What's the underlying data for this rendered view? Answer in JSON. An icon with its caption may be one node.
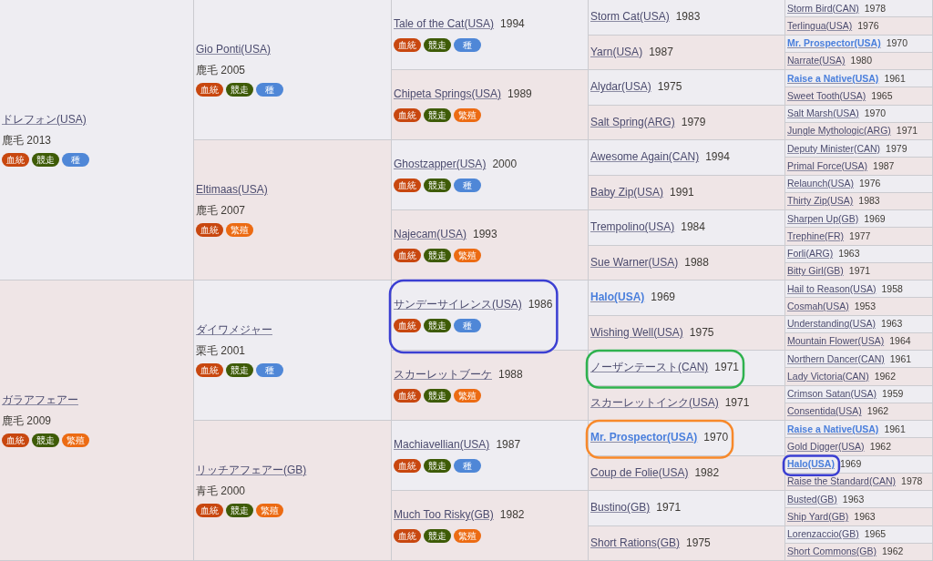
{
  "diagram": {
    "nodes": [
      {
        "text": [
          "ドレフォン(USA)",
          "鹿毛 2013"
        ]
      },
      {
        "text": [
          "血統"
        ],
        "in": 0
      },
      {
        "text": [
          "競走"
        ],
        "in": 0
      },
      {
        "text": [
          "種"
        ],
        "in": 0
      },
      {
        "text": [
          "Gio Ponti(USA)",
          "鹿毛 2005"
        ]
      },
      {
        "text": [
          "血統"
        ],
        "in": 4
      },
      {
        "text": [
          "競走"
        ],
        "in": 4
      },
      {
        "text": [
          "種"
        ],
        "in": 4
      },
      {
        "text": [
          "Tale of the Cat(USA)",
          "1994"
        ]
      },
      {
        "text": [
          "血統"
        ],
        "in": 8
      },
      {
        "text": [
          "競走"
        ],
        "in": 8
      },
      {
        "text": [
          "種"
        ],
        "in": 8
      },
      {
        "text": [
          "Storm Cat(USA)",
          "1983"
        ]
      },
      {
        "text": [
          "Storm Bird(CAN)",
          "1978"
        ]
      },
      {
        "text": [
          "Terlingua(USA)",
          "1976"
        ]
      },
      {
        "text": [
          "Yarn(USA)",
          "1987"
        ]
      },
      {
        "text": [
          "Mr. Prospector(USA)",
          "1970"
        ]
      },
      {
        "text": [
          "Narrate(USA)",
          "1980"
        ]
      },
      {
        "text": [
          "Chipeta Springs(USA)",
          "1989"
        ]
      },
      {
        "text": [
          "血統"
        ],
        "in": 18
      },
      {
        "text": [
          "競走"
        ],
        "in": 18
      },
      {
        "text": [
          "繁殖"
        ],
        "in": 18
      },
      {
        "text": [
          "Alydar(USA)",
          "1975"
        ]
      },
      {
        "text": [
          "Raise a Native(USA)",
          "1961"
        ]
      },
      {
        "text": [
          "Sweet Tooth(USA)",
          "1965"
        ]
      },
      {
        "text": [
          "Salt Spring(ARG)",
          "1979"
        ]
      },
      {
        "text": [
          "Salt Marsh(USA)",
          "1970"
        ]
      },
      {
        "text": [
          "Jungle Mythologic(ARG)",
          "1971"
        ]
      },
      {
        "text": [
          "Eltimaas(USA)",
          "鹿毛 2007"
        ]
      },
      {
        "text": [
          "血統"
        ],
        "in": 28
      },
      {
        "text": [
          "繁殖"
        ],
        "in": 28
      },
      {
        "text": [
          "Ghostzapper(USA)",
          "2000"
        ]
      },
      {
        "text": [
          "血統"
        ],
        "in": 31
      },
      {
        "text": [
          "競走"
        ],
        "in": 31
      },
      {
        "text": [
          "種"
        ],
        "in": 31
      },
      {
        "text": [
          "Awesome Again(CAN)",
          "1994"
        ]
      },
      {
        "text": [
          "Deputy Minister(CAN)",
          "1979"
        ]
      },
      {
        "text": [
          "Primal Force(USA)",
          "1987"
        ]
      },
      {
        "text": [
          "Baby Zip(USA)",
          "1991"
        ]
      },
      {
        "text": [
          "Relaunch(USA)",
          "1976"
        ]
      },
      {
        "text": [
          "Thirty Zip(USA)",
          "1983"
        ]
      },
      {
        "text": [
          "Najecam(USA)",
          "1993"
        ]
      },
      {
        "text": [
          "血統"
        ],
        "in": 41
      },
      {
        "text": [
          "競走"
        ],
        "in": 41
      },
      {
        "text": [
          "繁殖"
        ],
        "in": 41
      },
      {
        "text": [
          "Trempolino(USA)",
          "1984"
        ]
      },
      {
        "text": [
          "Sharpen Up(GB)",
          "1969"
        ]
      },
      {
        "text": [
          "Trephine(FR)",
          "1977"
        ]
      },
      {
        "text": [
          "Sue Warner(USA)",
          "1988"
        ]
      },
      {
        "text": [
          "Forli(ARG)",
          "1963"
        ]
      },
      {
        "text": [
          "Bitty Girl(GB)",
          "1971"
        ]
      },
      {
        "text": [
          "ガラアフェアー",
          "鹿毛 2009"
        ]
      },
      {
        "text": [
          "血統"
        ],
        "in": 51
      },
      {
        "text": [
          "競走"
        ],
        "in": 51
      },
      {
        "text": [
          "繁殖"
        ],
        "in": 51
      },
      {
        "text": [
          "ダイワメジャー",
          "栗毛 2001"
        ]
      },
      {
        "text": [
          "血統"
        ],
        "in": 55
      },
      {
        "text": [
          "競走"
        ],
        "in": 55
      },
      {
        "text": [
          "種"
        ],
        "in": 55
      },
      {
        "text": [
          "サンデーサイレンス(USA)",
          "1986"
        ]
      },
      {
        "text": [
          "血統"
        ],
        "in": 59
      },
      {
        "text": [
          "競走"
        ],
        "in": 59
      },
      {
        "text": [
          "種"
        ],
        "in": 59
      },
      {
        "text": [
          "Halo(USA)",
          "1969"
        ]
      },
      {
        "text": [
          "Hail to Reason(USA)",
          "1958"
        ]
      },
      {
        "text": [
          "Cosmah(USA)",
          "1953"
        ]
      },
      {
        "text": [
          "Wishing Well(USA)",
          "1975"
        ]
      },
      {
        "text": [
          "Understanding(USA)",
          "1963"
        ]
      },
      {
        "text": [
          "Mountain Flower(USA)",
          "1964"
        ]
      },
      {
        "text": [
          "スカーレットブーケ",
          "1988"
        ]
      },
      {
        "text": [
          "血統"
        ],
        "in": 69
      },
      {
        "text": [
          "競走"
        ],
        "in": 69
      },
      {
        "text": [
          "繁殖"
        ],
        "in": 69
      },
      {
        "text": [
          "ノーザンテースト(CAN)",
          "1971"
        ]
      },
      {
        "text": [
          "Northern Dancer(CAN)",
          "1961"
        ]
      },
      {
        "text": [
          "Lady Victoria(CAN)",
          "1962"
        ]
      },
      {
        "text": [
          "スカーレットインク(USA)",
          "1971"
        ]
      },
      {
        "text": [
          "Crimson Satan(USA)",
          "1959"
        ]
      },
      {
        "text": [
          "Consentida(USA)",
          "1962"
        ]
      },
      {
        "text": [
          "リッチアフェアー(GB)",
          "青毛 2000"
        ]
      },
      {
        "text": [
          "血統"
        ],
        "in": 79
      },
      {
        "text": [
          "競走"
        ],
        "in": 79
      },
      {
        "text": [
          "繁殖"
        ],
        "in": 79
      },
      {
        "text": [
          "Machiavellian(USA)",
          "1987"
        ]
      },
      {
        "text": [
          "血統"
        ],
        "in": 83
      },
      {
        "text": [
          "競走"
        ],
        "in": 83
      },
      {
        "text": [
          "種"
        ],
        "in": 83
      },
      {
        "text": [
          "Mr. Prospector(USA)",
          "1970"
        ]
      },
      {
        "text": [
          "Raise a Native(USA)",
          "1961"
        ]
      },
      {
        "text": [
          "Gold Digger(USA)",
          "1962"
        ]
      },
      {
        "text": [
          "Coup de Folie(USA)",
          "1982"
        ]
      },
      {
        "text": [
          "Halo(USA)",
          "1969"
        ]
      },
      {
        "text": [
          "Raise the Standard(CAN)",
          "1978"
        ]
      },
      {
        "text": [
          "Much Too Risky(GB)",
          "1982"
        ]
      },
      {
        "text": [
          "血統"
        ],
        "in": 93
      },
      {
        "text": [
          "競走"
        ],
        "in": 93
      },
      {
        "text": [
          "繁殖"
        ],
        "in": 93
      },
      {
        "text": [
          "Bustino(GB)",
          "1971"
        ]
      },
      {
        "text": [
          "Busted(GB)",
          "1963"
        ]
      },
      {
        "text": [
          "Ship Yard(GB)",
          "1963"
        ]
      },
      {
        "text": [
          "Short Rations(GB)",
          "1975"
        ]
      },
      {
        "text": [
          "Lorenzaccio(GB)",
          "1965"
        ]
      },
      {
        "text": [
          "Short Commons(GB)",
          "1962"
        ]
      }
    ]
  }
}
